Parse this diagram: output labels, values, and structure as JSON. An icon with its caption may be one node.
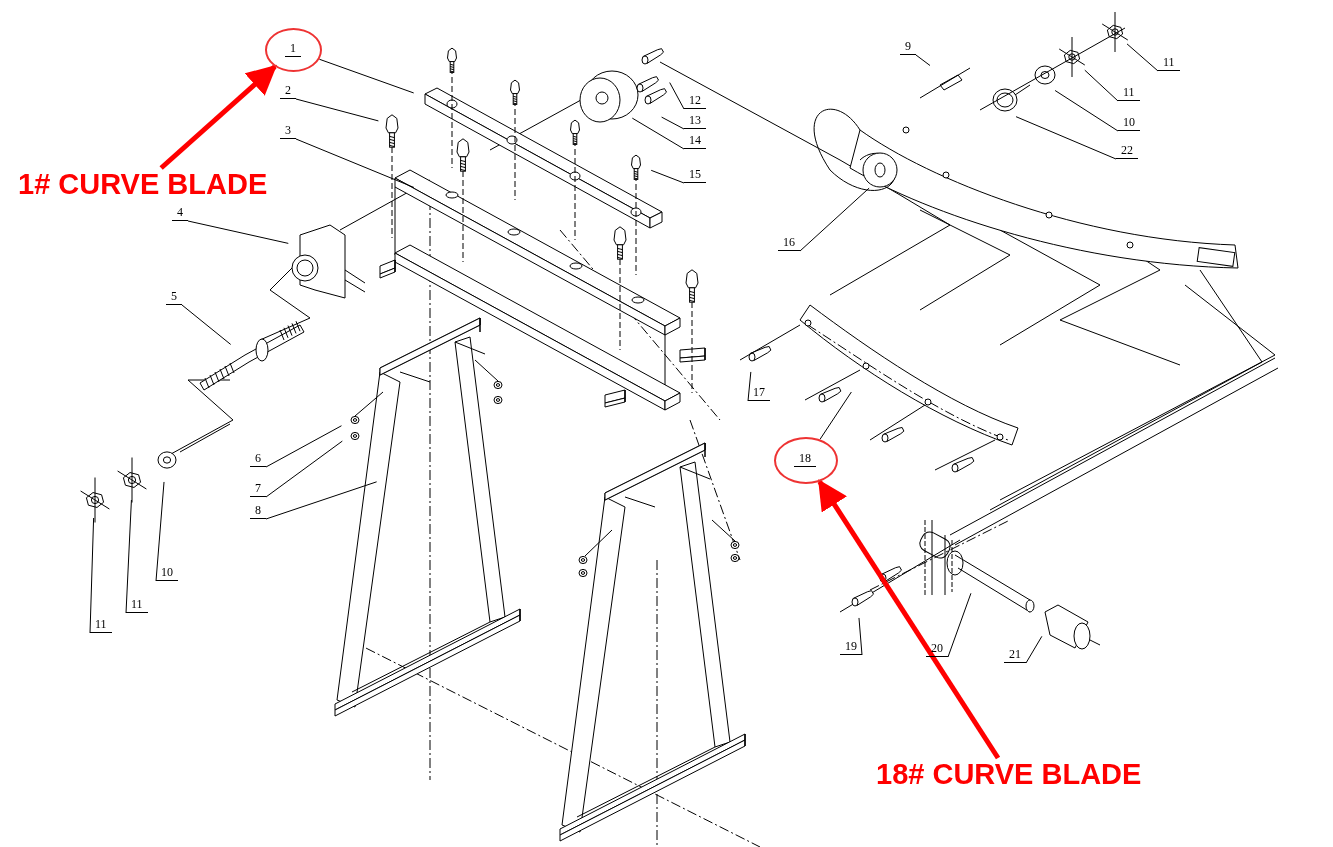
{
  "diagram": {
    "nodes": [
      {
        "text": [
          "1"
        ]
      },
      {
        "text": [
          "1# CURVE BLADE"
        ]
      },
      {
        "text": [
          "2"
        ]
      },
      {
        "text": [
          "3"
        ]
      },
      {
        "text": [
          "4"
        ]
      },
      {
        "text": [
          "5"
        ]
      },
      {
        "text": [
          "6"
        ]
      },
      {
        "text": [
          "7"
        ]
      },
      {
        "text": [
          "8"
        ]
      },
      {
        "text": [
          "9"
        ]
      },
      {
        "text": [
          "11"
        ]
      },
      {
        "text": [
          "11"
        ]
      },
      {
        "text": [
          "12"
        ]
      },
      {
        "text": [
          "13"
        ]
      },
      {
        "text": [
          "14"
        ]
      },
      {
        "text": [
          "15"
        ]
      },
      {
        "text": [
          "10"
        ]
      },
      {
        "text": [
          "22"
        ]
      },
      {
        "text": [
          "16"
        ]
      },
      {
        "text": [
          "17"
        ]
      },
      {
        "text": [
          "18"
        ]
      },
      {
        "text": [
          "10"
        ]
      },
      {
        "text": [
          "11"
        ]
      },
      {
        "text": [
          "11"
        ]
      },
      {
        "text": [
          "19"
        ]
      },
      {
        "text": [
          "20"
        ]
      },
      {
        "text": [
          "21"
        ]
      },
      {
        "text": [
          "18# CURVE BLADE"
        ]
      }
    ],
    "edges": [
      {
        "from": 1,
        "to": 0,
        "arrow": "to",
        "style": "thick",
        "color": "#ff0000"
      },
      {
        "from": 27,
        "to": 20,
        "arrow": "to",
        "style": "thick",
        "color": "#ff0000"
      },
      {
        "from": 0,
        "to": null,
        "arrow": "none"
      },
      {
        "from": 2,
        "to": null,
        "arrow": "none"
      },
      {
        "from": 3,
        "to": null,
        "arrow": "none"
      },
      {
        "from": 4,
        "to": null,
        "arrow": "none"
      },
      {
        "from": 5,
        "to": null,
        "arrow": "none"
      },
      {
        "from": 6,
        "to": null,
        "arrow": "none"
      },
      {
        "from": 7,
        "to": null,
        "arrow": "none"
      },
      {
        "from": 8,
        "to": null,
        "arrow": "none"
      },
      {
        "from": 9,
        "to": null,
        "arrow": "none"
      },
      {
        "from": 10,
        "to": null,
        "arrow": "none"
      },
      {
        "from": 11,
        "to": null,
        "arrow": "none"
      },
      {
        "from": 12,
        "to": null,
        "arrow": "none"
      },
      {
        "from": 13,
        "to": null,
        "arrow": "none"
      },
      {
        "from": 14,
        "to": null,
        "arrow": "none"
      },
      {
        "from": 15,
        "to": null,
        "arrow": "none"
      },
      {
        "from": 16,
        "to": null,
        "arrow": "none"
      },
      {
        "from": 17,
        "to": null,
        "arrow": "none"
      },
      {
        "from": 18,
        "to": null,
        "arrow": "none"
      },
      {
        "from": 19,
        "to": null,
        "arrow": "none"
      },
      {
        "from": 20,
        "to": null,
        "arrow": "none"
      },
      {
        "from": 21,
        "to": null,
        "arrow": "none"
      },
      {
        "from": 22,
        "to": null,
        "arrow": "none"
      },
      {
        "from": 23,
        "to": null,
        "arrow": "none"
      },
      {
        "from": 24,
        "to": null,
        "arrow": "none"
      },
      {
        "from": 25,
        "to": null,
        "arrow": "none"
      },
      {
        "from": 26,
        "to": null,
        "arrow": "none"
      }
    ]
  }
}
